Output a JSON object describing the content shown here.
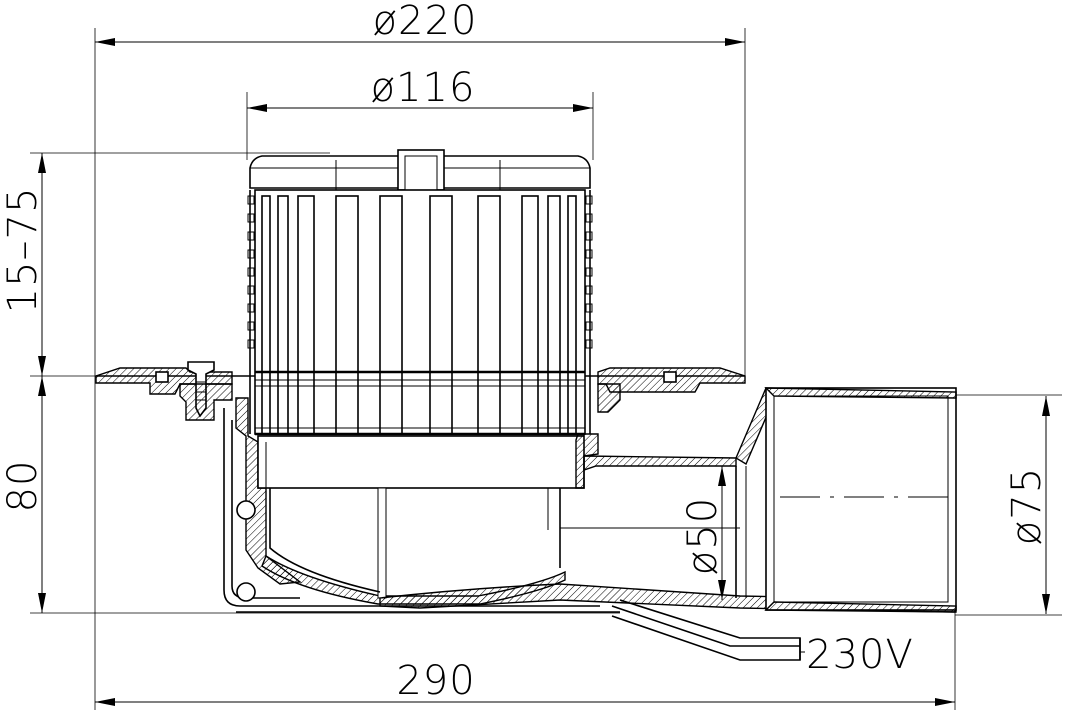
{
  "dimensions": {
    "outer_diameter": "ø220",
    "grate_diameter": "ø116",
    "height_adjust": "15–75",
    "body_height": "80",
    "overall_length": "290",
    "outlet_inner_diameter": "ø50",
    "outlet_outer_diameter": "ø75",
    "heating_cable": "230V"
  }
}
